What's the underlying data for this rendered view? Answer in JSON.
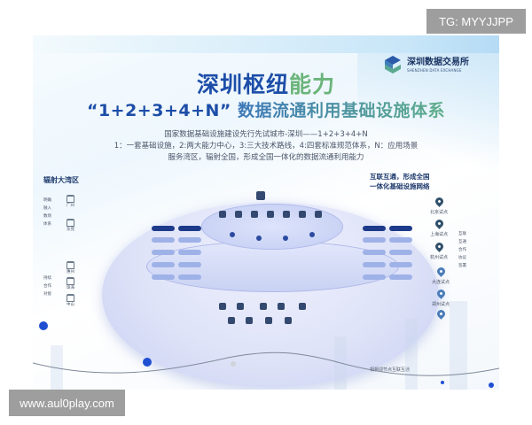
{
  "watermarks": {
    "top_right": "TG: MYYJJPP",
    "bottom_left": "www.aul0play.com"
  },
  "logo": {
    "name_cn": "深圳数据交易所",
    "name_en": "SHENZHEN DATA EXCHANGE"
  },
  "title": {
    "line1_part_a": "深圳枢纽",
    "line1_part_b": "能力",
    "line2_quote": "“1+2+3+4+N”",
    "line2_rest": "数据流通利用基础设施体系"
  },
  "description": [
    "国家数据基础设施建设先行先试城市-深圳——1+2+3+4+N",
    "1：一套基础设施，2:两大能力中心，3:三大技术路线，4:四套标准规范体系，N：应用场景",
    "服务湾区，辐射全国，形成全国一体化的数据流通利用能力"
  ],
  "left_panel": {
    "heading": "辐射大湾区",
    "group1": [
      "明确",
      "融入",
      "数场",
      "体系"
    ],
    "group2": [
      "持续",
      "合作",
      "对接"
    ],
    "cities": [
      "广州",
      "东莞",
      "惠州",
      "珠海",
      "中山"
    ]
  },
  "right_panel": {
    "heading_line1": "互联互通，形成全国",
    "heading_line2": "一体化基础设施网络",
    "sites": [
      "北京试点",
      "上海试点",
      "杭州试点",
      "大连试点",
      "郑州试点"
    ],
    "relations": [
      "互联",
      "互通",
      "合作",
      "协议",
      "签署"
    ]
  },
  "diagram": {
    "footer_label": "相相邻节点互联互通"
  }
}
